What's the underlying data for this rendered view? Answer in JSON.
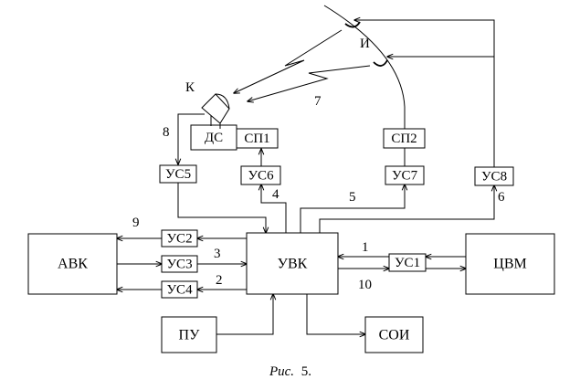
{
  "blocks": {
    "avk": "АВК",
    "uvk": "УВК",
    "cvm": "ЦВМ",
    "pu": "ПУ",
    "soi": "СОИ",
    "ds": "ДС",
    "sp1": "СП1",
    "sp2": "СП2",
    "us1": "УС1",
    "us2": "УС2",
    "us3": "УС3",
    "us4": "УС4",
    "us5": "УС5",
    "us6": "УС6",
    "us7": "УС7",
    "us8": "УС8"
  },
  "labels": {
    "k": "К",
    "i": "И",
    "n1": "1",
    "n2": "2",
    "n3": "3",
    "n4": "4",
    "n5": "5",
    "n6": "6",
    "n7": "7",
    "n8": "8",
    "n9": "9",
    "n10": "10"
  },
  "caption": {
    "prefix": "Рис.",
    "number": "5."
  }
}
